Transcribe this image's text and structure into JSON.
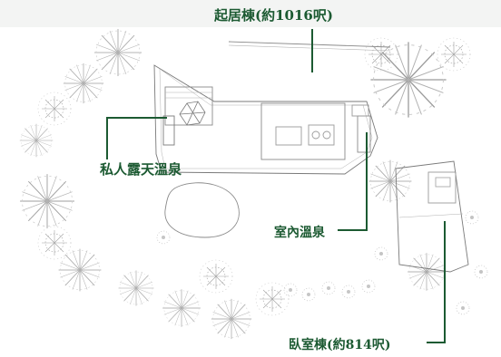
{
  "labels": {
    "living_block": "起居棟(約1016呎)",
    "private_outdoor_onsen": "私人露天溫泉",
    "indoor_onsen": "室內溫泉",
    "bedroom_block": "臥室棟(約814呎)"
  },
  "colors": {
    "leader_green": "#1c5a32",
    "line_gray": "#8a8a8a",
    "tree_gray": "#9a9a9a"
  }
}
